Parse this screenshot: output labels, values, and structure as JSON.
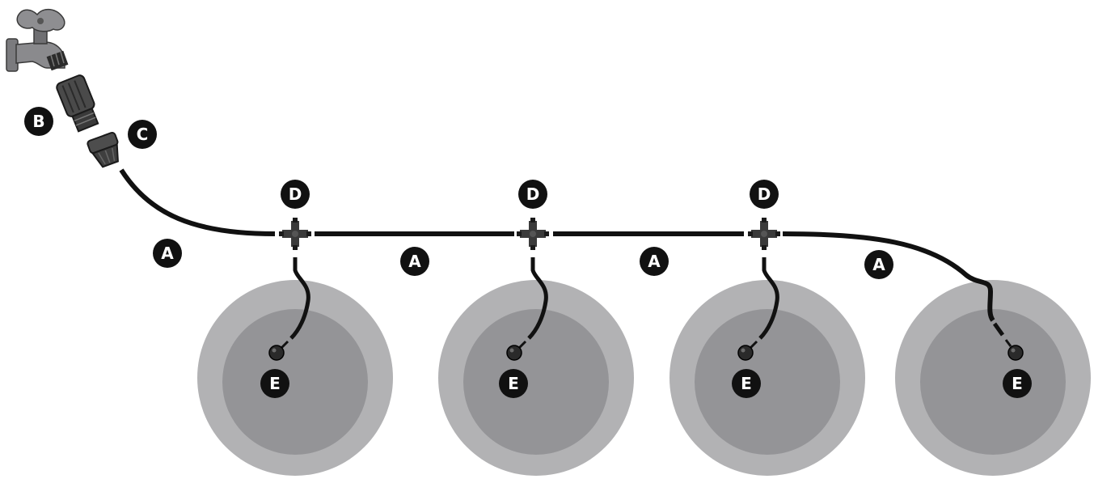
{
  "labels": {
    "a": "A",
    "b": "B",
    "c": "C",
    "d": "D",
    "e": "E"
  },
  "colors": {
    "tubing": "#111111",
    "label_bg": "#111111",
    "label_text": "#ffffff",
    "pot_outer": "#b2b2b4",
    "pot_inner": "#949497",
    "spigot": "#8a8a8d",
    "connector": "#5a5a5a"
  },
  "icons": {
    "spigot": "faucet-icon",
    "adapter": "hose-adapter-icon",
    "pressure_regulator": "pressure-regulator-icon",
    "tee": "cross-tee-icon",
    "emitter": "drip-emitter-icon"
  }
}
